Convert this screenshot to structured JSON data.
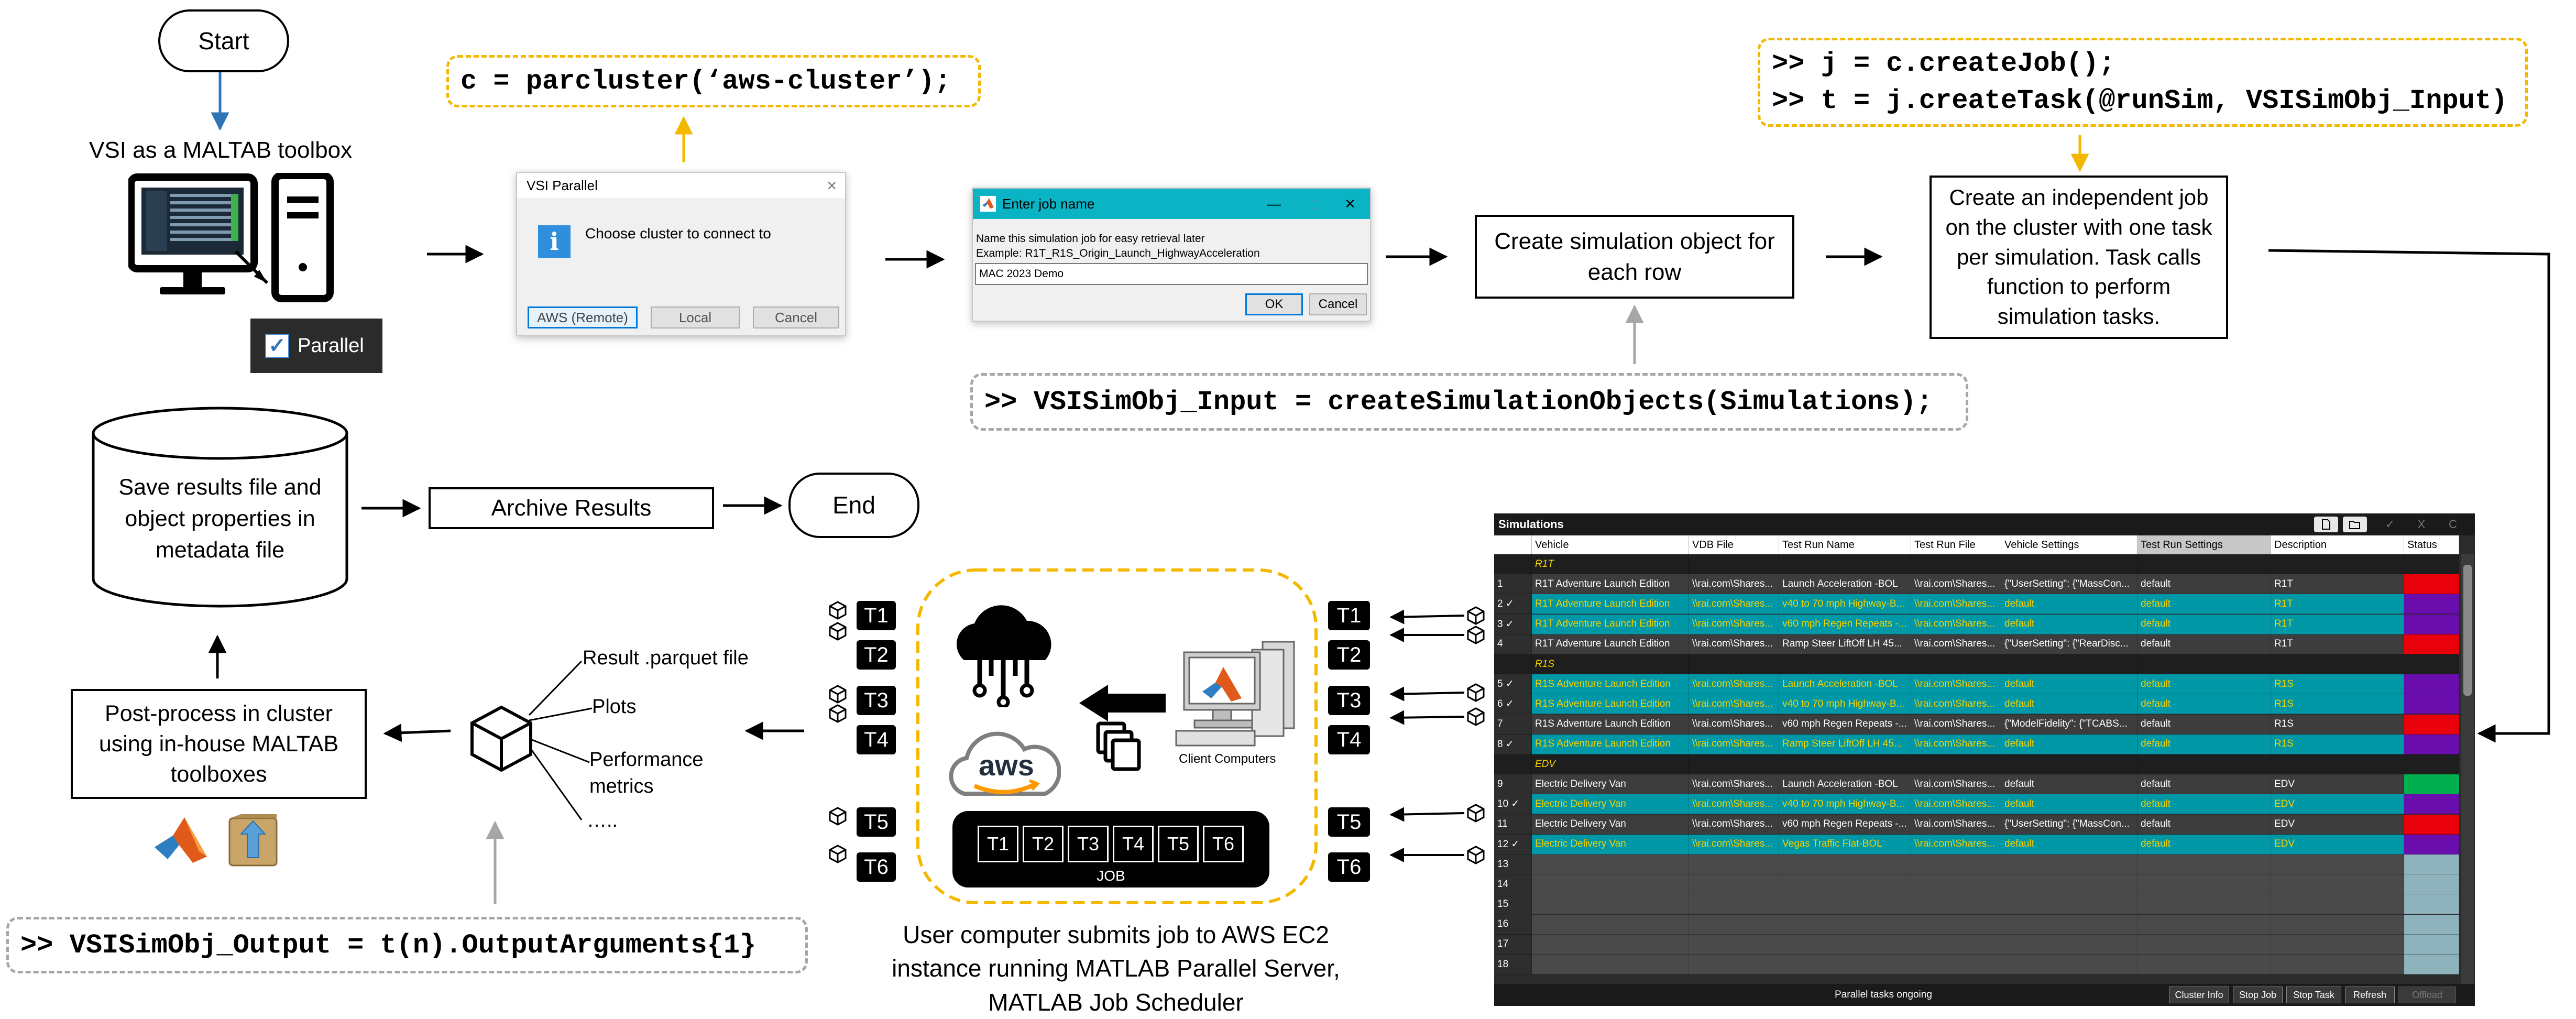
{
  "flow": {
    "start": "Start",
    "vsi_toolbox": "VSI as a MALTAB toolbox",
    "parallel_checkbox": "Parallel",
    "create_sim_object": "Create simulation object for each row",
    "create_job": "Create an independent job on the cluster with one task per simulation. Task calls function to perform simulation tasks.",
    "save_results": "Save results file and object properties in metadata file",
    "archive": "Archive Results",
    "end": "End",
    "postprocess": "Post-process in cluster using in-house MALTAB toolboxes",
    "outputs": [
      "Result .parquet file",
      "Plots",
      "Performance metrics",
      "….."
    ],
    "submit_caption": "User computer submits job to AWS EC2 instance running MATLAB Parallel Server, MATLAB Job Scheduler",
    "client_computers": "Client Computers",
    "aws": "aws",
    "job": "JOB",
    "job_tasks": [
      "T1",
      "T2",
      "T3",
      "T4",
      "T5",
      "T6"
    ],
    "tasks_left": [
      "T1",
      "T2",
      "T3",
      "T4",
      "T5",
      "T6"
    ],
    "tasks_right": [
      "T1",
      "T2",
      "T3",
      "T4",
      "T5",
      "T6"
    ]
  },
  "code": {
    "parcluster": "c = parcluster(‘aws-cluster’);",
    "create_job_line1": ">> j = c.createJob();",
    "create_job_line2": ">> t = j.createTask(@runSim, VSISimObj_Input)",
    "create_objects": ">> VSISimObj_Input = createSimulationObjects(Simulations);",
    "output": ">> VSISimObj_Output = t(n).OutputArguments{1}"
  },
  "dialog_cluster": {
    "title": "VSI Parallel",
    "close": "×",
    "message": "Choose cluster to connect to",
    "buttons": [
      "AWS (Remote)",
      "Local",
      "Cancel"
    ]
  },
  "dialog_job": {
    "title": "Enter job name",
    "controls": [
      "—",
      "□",
      "×"
    ],
    "line1": "Name this simulation job for easy retrieval later",
    "line2": "Example: R1T_R1S_Origin_Launch_HighwayAcceleration",
    "value": "MAC 2023 Demo",
    "ok": "OK",
    "cancel": "Cancel"
  },
  "simulations": {
    "title": "Simulations",
    "toolbar": [
      "✓",
      "X",
      "C"
    ],
    "columns": [
      "",
      "Vehicle",
      "VDB File",
      "Test Run Name",
      "Test Run File",
      "Vehicle Settings",
      "Test Run Settings",
      "Description",
      "Status"
    ],
    "rows": [
      {
        "kind": "group",
        "cells": [
          "",
          "R1T"
        ]
      },
      {
        "kind": "dark",
        "status": "#e8000b",
        "cells": [
          "1",
          "R1T Adventure Launch Edition",
          "\\\\rai.com\\Shares...",
          "Launch Acceleration -BOL",
          "\\\\rai.com\\Shares...",
          "{\"UserSetting\": {\"MassCon...",
          "default",
          "R1T"
        ]
      },
      {
        "kind": "teal",
        "status": "#6a0dad",
        "cells": [
          "2 ✓",
          "R1T Adventure Launch Edition",
          "\\\\rai.com\\Shares...",
          "v40 to 70 mph Highway-B...",
          "\\\\rai.com\\Shares...",
          "default",
          "default",
          "R1T"
        ]
      },
      {
        "kind": "teal",
        "status": "#6a0dad",
        "cells": [
          "3 ✓",
          "R1T Adventure Launch Edition",
          "\\\\rai.com\\Shares...",
          "v60 mph Regen Repeats -...",
          "\\\\rai.com\\Shares...",
          "default",
          "default",
          "R1T"
        ]
      },
      {
        "kind": "dark",
        "status": "#e8000b",
        "cells": [
          "4",
          "R1T Adventure Launch Edition",
          "\\\\rai.com\\Shares...",
          "Ramp Steer LiftOff LH 45...",
          "\\\\rai.com\\Shares...",
          "{\"UserSetting\": {\"RearDisc...",
          "default",
          "R1T"
        ]
      },
      {
        "kind": "group",
        "cells": [
          "",
          "R1S"
        ]
      },
      {
        "kind": "teal",
        "status": "#6a0dad",
        "cells": [
          "5 ✓",
          "R1S Adventure Launch Edition",
          "\\\\rai.com\\Shares...",
          "Launch Acceleration -BOL",
          "\\\\rai.com\\Shares...",
          "default",
          "default",
          "R1S"
        ]
      },
      {
        "kind": "teal",
        "status": "#6a0dad",
        "cells": [
          "6 ✓",
          "R1S Adventure Launch Edition",
          "\\\\rai.com\\Shares...",
          "v40 to 70 mph Highway-B...",
          "\\\\rai.com\\Shares...",
          "default",
          "default",
          "R1S"
        ]
      },
      {
        "kind": "dark",
        "status": "#e8000b",
        "cells": [
          "7",
          "R1S Adventure Launch Edition",
          "\\\\rai.com\\Shares...",
          "v60 mph Regen Repeats -...",
          "\\\\rai.com\\Shares...",
          "{\"ModelFidelity\": {\"TCABS...",
          "default",
          "R1S"
        ]
      },
      {
        "kind": "teal",
        "status": "#6a0dad",
        "cells": [
          "8 ✓",
          "R1S Adventure Launch Edition",
          "\\\\rai.com\\Shares...",
          "Ramp Steer LiftOff LH 45...",
          "\\\\rai.com\\Shares...",
          "default",
          "default",
          "R1S"
        ]
      },
      {
        "kind": "group",
        "cells": [
          "",
          "EDV"
        ]
      },
      {
        "kind": "dark",
        "status": "#00b050",
        "cells": [
          "9",
          "Electric Delivery Van",
          "\\\\rai.com\\Shares...",
          "Launch Acceleration -BOL",
          "\\\\rai.com\\Shares...",
          "default",
          "default",
          "EDV"
        ]
      },
      {
        "kind": "teal",
        "status": "#6a0dad",
        "cells": [
          "10 ✓",
          "Electric Delivery Van",
          "\\\\rai.com\\Shares...",
          "v40 to 70 mph Highway-B...",
          "\\\\rai.com\\Shares...",
          "default",
          "default",
          "EDV"
        ]
      },
      {
        "kind": "dark",
        "status": "#e8000b",
        "cells": [
          "11",
          "Electric Delivery Van",
          "\\\\rai.com\\Shares...",
          "v60 mph Regen Repeats -...",
          "\\\\rai.com\\Shares...",
          "{\"UserSetting\": {\"MassCon...",
          "default",
          "EDV"
        ]
      },
      {
        "kind": "teal",
        "status": "#6a0dad",
        "cells": [
          "12 ✓",
          "Electric Delivery Van",
          "\\\\rai.com\\Shares...",
          "Vegas Traffic Flat-BOL",
          "\\\\rai.com\\Shares...",
          "default",
          "default",
          "EDV"
        ]
      },
      {
        "kind": "empty",
        "cells": [
          "13"
        ]
      },
      {
        "kind": "empty",
        "cells": [
          "14"
        ]
      },
      {
        "kind": "empty",
        "cells": [
          "15"
        ]
      },
      {
        "kind": "empty",
        "cells": [
          "16"
        ]
      },
      {
        "kind": "empty",
        "cells": [
          "17"
        ]
      },
      {
        "kind": "empty",
        "cells": [
          "18"
        ]
      }
    ],
    "footer_status": "Parallel tasks ongoing",
    "footer_buttons": [
      "Cluster Info",
      "Stop Job",
      "Stop Task",
      "Refresh",
      "Offload"
    ]
  },
  "colors": {
    "code_orange_border": "#f5b800",
    "code_grey_border": "#a6a6a6",
    "arrow_blue": "#2e75b6",
    "arrow_orange": "#f5b800",
    "row_teal": "#0097a7",
    "row_teal_text": "#f5d100",
    "row_dark": "#3d3d3d",
    "row_group": "#1e1e1e",
    "empty_status": "#8fb3bd",
    "aws_orange": "#ff9900"
  }
}
